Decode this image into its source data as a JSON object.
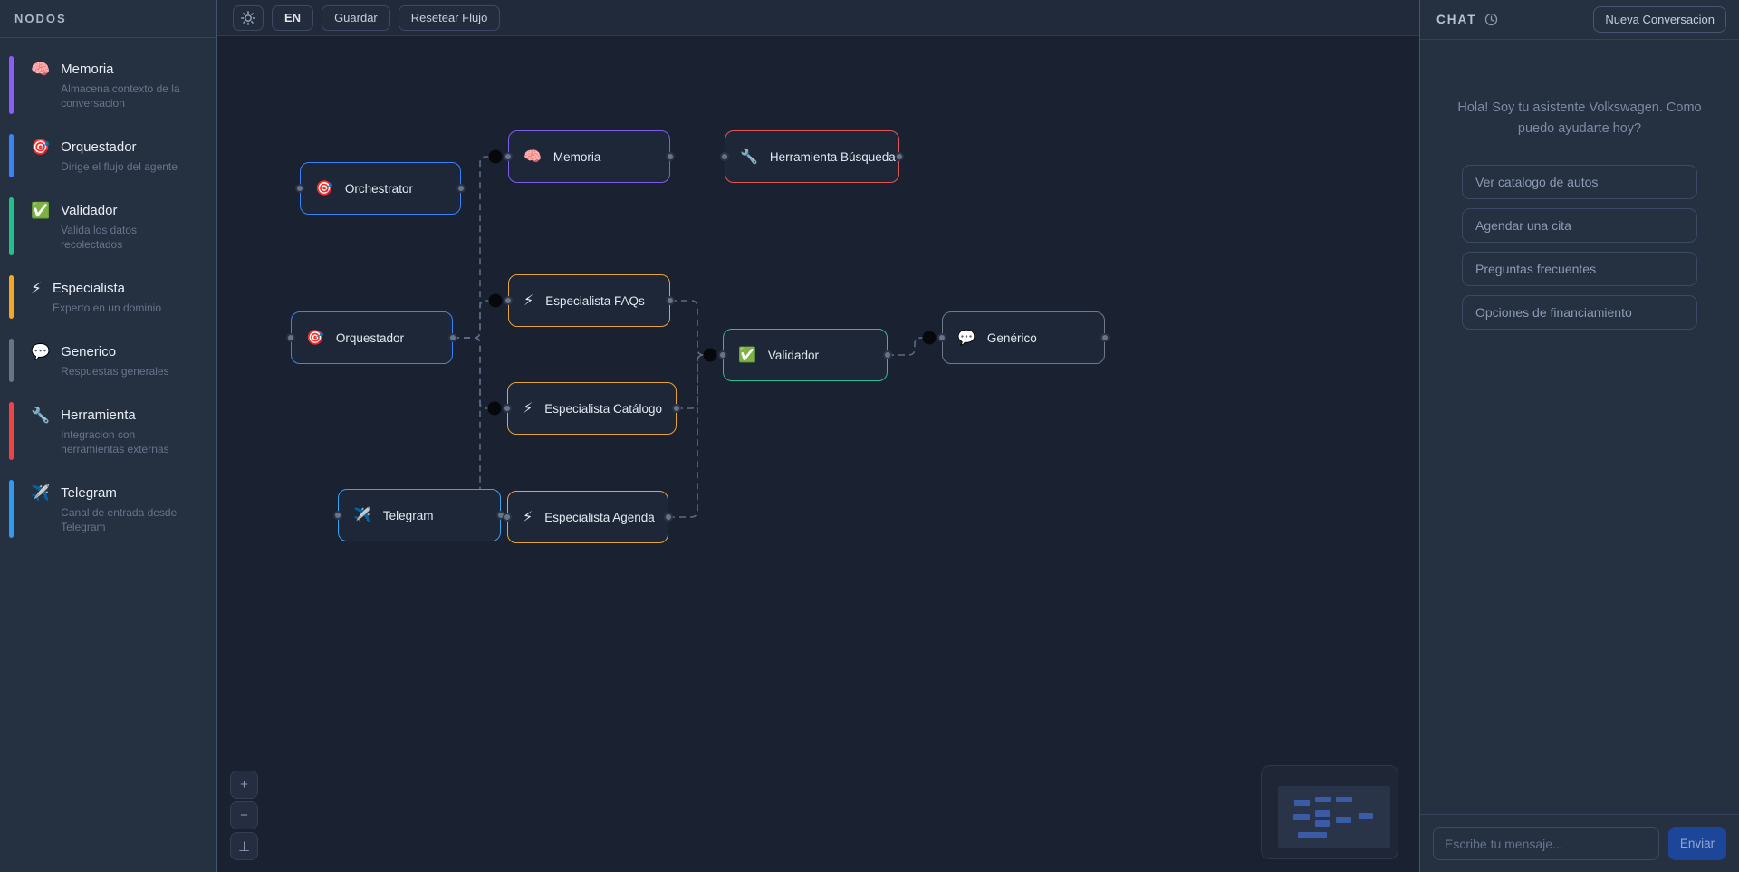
{
  "sidebar": {
    "title": "NODOS",
    "items": [
      {
        "icon": "🧠",
        "title": "Memoria",
        "desc": "Almacena contexto de la conversacion",
        "color": "#8b5cf6"
      },
      {
        "icon": "🎯",
        "title": "Orquestador",
        "desc": "Dirige el flujo del agente",
        "color": "#3b82f6"
      },
      {
        "icon": "✅",
        "title": "Validador",
        "desc": "Valida los datos recolectados",
        "color": "#22c08a"
      },
      {
        "icon": "⚡",
        "title": "Especialista",
        "desc": "Experto en un dominio",
        "color": "#f5a623"
      },
      {
        "icon": "💬",
        "title": "Generico",
        "desc": "Respuestas generales",
        "color": "#6b7280"
      },
      {
        "icon": "🔧",
        "title": "Herramienta",
        "desc": "Integracion con herramientas externas",
        "color": "#ef4444"
      },
      {
        "icon": "✈️",
        "title": "Telegram",
        "desc": "Canal de entrada desde Telegram",
        "color": "#2f9bf0"
      }
    ]
  },
  "toolbar": {
    "theme_icon": "sun-icon",
    "lang": "EN",
    "save": "Guardar",
    "reset": "Resetear Flujo"
  },
  "canvas": {
    "nodes": [
      {
        "icon": "🎯",
        "label": "Orchestrator",
        "color": "#3b82f6"
      },
      {
        "icon": "🧠",
        "label": "Memoria",
        "color": "#7d5ce6"
      },
      {
        "icon": "🔧",
        "label": "Herramienta Búsqueda",
        "color": "#e25555"
      },
      {
        "icon": "🎯",
        "label": "Orquestador",
        "color": "#3b82f6"
      },
      {
        "icon": "⚡",
        "label": "Especialista FAQs",
        "color": "#e6a23c"
      },
      {
        "icon": "✅",
        "label": "Validador",
        "color": "#2ebd8d"
      },
      {
        "icon": "💬",
        "label": "Genérico",
        "color": "#6e7a8a"
      },
      {
        "icon": "⚡",
        "label": "Especialista Catálogo",
        "color": "#e6a23c"
      },
      {
        "icon": "✈️",
        "label": "Telegram",
        "color": "#38a1f0"
      },
      {
        "icon": "⚡",
        "label": "Especialista Agenda",
        "color": "#e6a23c"
      }
    ]
  },
  "controls": {
    "zoom_in": "+",
    "zoom_out": "−",
    "fit_view": "⊥"
  },
  "chat": {
    "title": "CHAT",
    "new_conversation": "Nueva Conversacion",
    "welcome": "Hola! Soy tu asistente Volkswagen. Como puedo ayudarte hoy?",
    "quick_actions": [
      "Ver catalogo de autos",
      "Agendar una cita",
      "Preguntas frecuentes",
      "Opciones de financiamiento"
    ],
    "input_placeholder": "Escribe tu mensaje...",
    "send": "Enviar"
  },
  "colors": {
    "panel_bg": "#253041",
    "canvas_bg": "#1a2130",
    "node_bg": "#1e2738",
    "edge": "#5c6b84",
    "send_button": "#1d4599"
  }
}
